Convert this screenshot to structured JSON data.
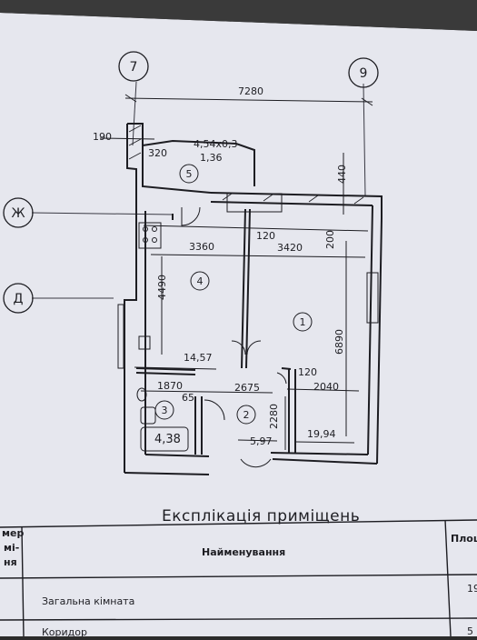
{
  "axes": {
    "col_left": "7",
    "col_right": "9",
    "row_top": "Ж",
    "row_mid": "Д"
  },
  "dimensions": {
    "overall_width": "7280",
    "wall_190": "190",
    "balcony_320": "320",
    "d_440": "440",
    "left_3360": "3360",
    "d_120_top": "120",
    "right_3420": "3420",
    "d_200": "200",
    "d_4490": "4490",
    "d_6890": "6890",
    "d_1870": "1870",
    "d_65": "65",
    "d_2675": "2675",
    "d_120_mid": "120",
    "d_2040": "2040",
    "d_2280": "2280"
  },
  "balcony": {
    "size": "4,54x0,3",
    "coef": "1,36"
  },
  "rooms": [
    {
      "num": "1",
      "area": "19,94"
    },
    {
      "num": "2",
      "area": "5,97"
    },
    {
      "num": "3",
      "area": "4,38"
    },
    {
      "num": "4",
      "area": "14,57"
    },
    {
      "num": "5",
      "area": ""
    }
  ],
  "explication": {
    "title": "Експлікація приміщень",
    "col_number": "мер\nмі-\nня",
    "col_name": "Найменування",
    "col_area": "Площ",
    "rows": [
      {
        "num": "",
        "name": "Загальна кімната",
        "area": "19"
      },
      {
        "num": "",
        "name": "Коридор",
        "area": "5"
      }
    ]
  }
}
